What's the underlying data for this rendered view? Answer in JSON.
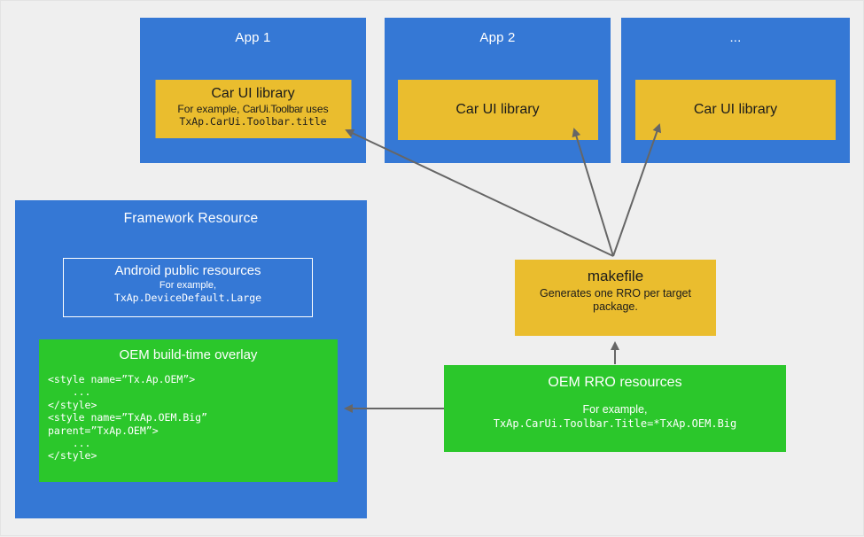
{
  "colors": {
    "app_blue": "#3578d5",
    "library_yellow": "#eabd2e",
    "overlay_green": "#2bc72b",
    "arrow_gray": "#666666",
    "background_gray": "#efefef",
    "text_dark": "#1b1b1b",
    "text_light": "#ffffff"
  },
  "apps": [
    {
      "title": "App 1",
      "library": {
        "title": "Car UI library",
        "example_prefix": "For example, ",
        "example_package": "CarUi.Toolbar",
        "example_suffix": " uses",
        "example_code": "TxAp.CarUi.Toolbar.title"
      }
    },
    {
      "title": "App 2",
      "library": {
        "title": "Car UI library"
      }
    },
    {
      "title": "...",
      "library": {
        "title": "Car UI library"
      }
    }
  ],
  "framework": {
    "title": "Framework Resource",
    "android_public_resources": {
      "title": "Android public resources",
      "example_label": "For example,",
      "example_code": "TxAp.DeviceDefault.Large"
    },
    "oem_overlay": {
      "title": "OEM build-time overlay",
      "code_lines": [
        "<style name=”Tx.Ap.OEM”>",
        "    ...",
        "</style>",
        "<style name=”TxAp.OEM.Big”",
        "parent=”TxAp.OEM”>",
        "    ...",
        "</style>"
      ]
    }
  },
  "makefile": {
    "title": "makefile",
    "description": "Generates one RRO per target package."
  },
  "oem_rro": {
    "title": "OEM RRO resources",
    "example_label": "For example,",
    "example_code": "TxAp.CarUi.Toolbar.Title=*TxAp.OEM.Big"
  }
}
